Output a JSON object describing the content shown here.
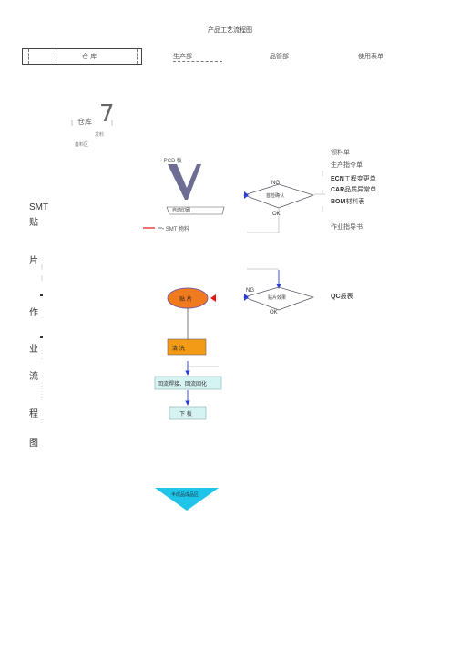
{
  "title": "产品工艺流程图",
  "columns": {
    "warehouse": "仓 库",
    "production": "生产部",
    "quality": "品管部",
    "forms": "使用表单"
  },
  "warehouse_node": {
    "label": "仓库",
    "number": "7",
    "sub1": "发料",
    "sub2": "备料区"
  },
  "pcb_label": "PCB 板",
  "process_left": {
    "auto_print": "自动印刷",
    "smt_material": "SMT 物料"
  },
  "inspect1": {
    "label": "首检确认",
    "ng": "NG",
    "ok": "OK"
  },
  "inspect2": {
    "label": "贴片效果",
    "ng": "NG",
    "ok": "OK"
  },
  "process_nodes": {
    "mount": "贴 片",
    "clean": "清 洗",
    "reflow": "回流焊接、回流固化",
    "unload": "下 板",
    "final": "半成品成品区"
  },
  "vertical_title": [
    "SMT",
    "贴",
    "片",
    "作",
    "业",
    "流",
    "程",
    "图"
  ],
  "forms_list": {
    "f1": "领料单",
    "f2": "生产指令单",
    "f3_code": "ECN",
    "f3_text": "工程变更单",
    "f4_code": "CAR",
    "f4_text": "品质异常单",
    "f5_code": "BOM",
    "f5_text": "材料表",
    "f6": "作业指导书",
    "f7_code": "QC",
    "f7_text": "报表"
  },
  "colors": {
    "mount_fill": "#f07a1e",
    "clean_fill": "#f39a16",
    "reflow_fill": "#d6f3f3",
    "final_fill": "#1ec5e8",
    "arrow_blue": "#2a3fd4",
    "red": "#e01515"
  }
}
